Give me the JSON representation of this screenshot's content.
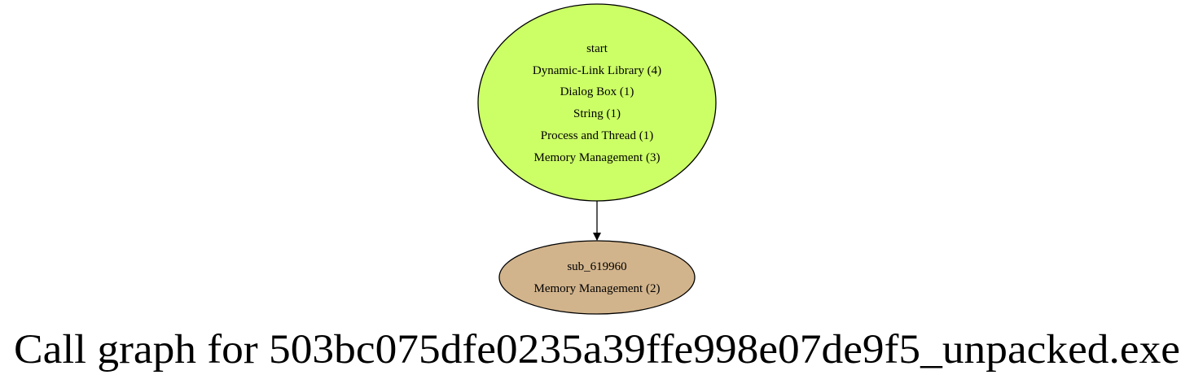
{
  "graph": {
    "title": "Call graph for 503bc075dfe0235a39ffe998e07de9f5_unpacked.exe",
    "nodes": [
      {
        "id": "start",
        "name": "start",
        "lines": [
          "Dynamic-Link Library (4)",
          "Dialog Box (1)",
          "String (1)",
          "Process and Thread (1)",
          "Memory Management (3)"
        ],
        "fill": "#ccff66"
      },
      {
        "id": "sub_619960",
        "name": "sub_619960",
        "lines": [
          "Memory Management (2)"
        ],
        "fill": "#d2b48c"
      }
    ],
    "edges": [
      {
        "from": "start",
        "to": "sub_619960"
      }
    ],
    "colors": {
      "stroke": "#000000",
      "background": "#ffffff"
    }
  }
}
